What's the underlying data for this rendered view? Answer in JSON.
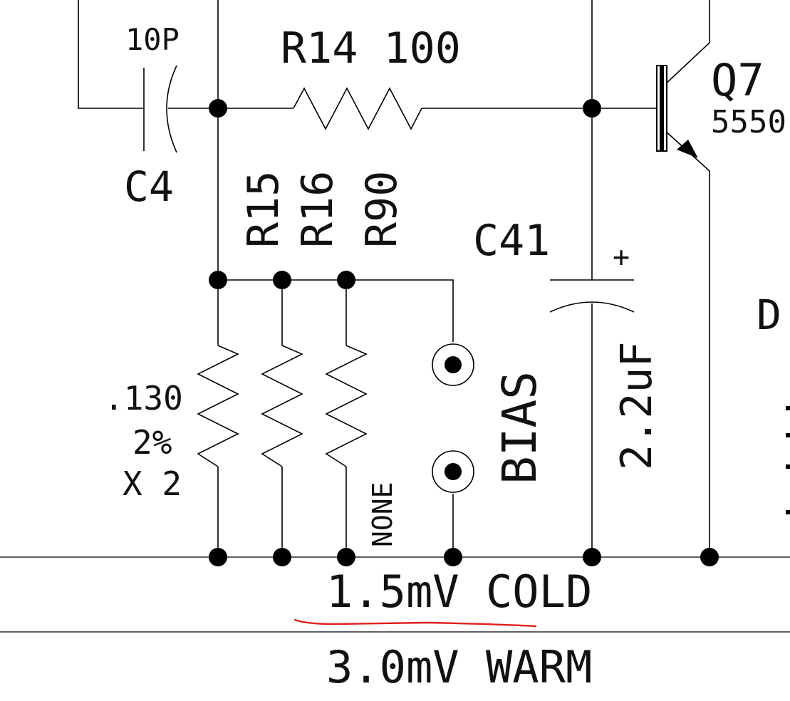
{
  "labels": {
    "c4_value": "10P",
    "c4_ref": "C4",
    "r14": "R14 100",
    "q7_ref": "Q7",
    "q7_part": "5550",
    "r15": "R15",
    "r16": "R16",
    "r90": "R90",
    "c41_ref": "C41",
    "c41_plus": "+",
    "c41_value": "2.2uF",
    "r15_value_1": ".130",
    "r15_value_2": "2%",
    "r15_value_3": "X 2",
    "r90_value": "NONE",
    "bias": "BIAS",
    "partial_right": "D",
    "cold": "1.5mV COLD",
    "warm": "3.0mV WARM"
  },
  "colors": {
    "ink": "#000000",
    "annotation_underline": "#e02020"
  }
}
